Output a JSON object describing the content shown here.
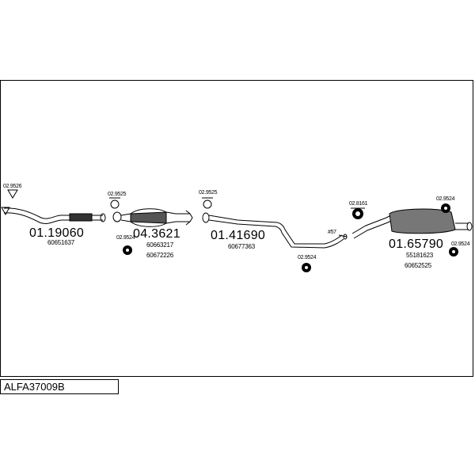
{
  "document": {
    "code": "ALFA37009B"
  },
  "parts": [
    {
      "id": "front_pipe",
      "number": "01.19060",
      "refs": [
        "60651637"
      ]
    },
    {
      "id": "catalyst",
      "number": "04.3621",
      "refs": [
        "60663217",
        "60672226"
      ]
    },
    {
      "id": "middle_pipe",
      "number": "01.41690",
      "refs": [
        "60677363"
      ]
    },
    {
      "id": "rear_silencer",
      "number": "01.65790",
      "refs": [
        "55181623",
        "60652525"
      ]
    }
  ],
  "fittings": {
    "f1": "02.9526",
    "f2": "02.9525",
    "f3": "02.9524",
    "f4": "02.9525",
    "f5": "02.9524",
    "f6": "02.8161",
    "f7": "02.9524",
    "f8": "02.9524",
    "clamp": "#57"
  }
}
